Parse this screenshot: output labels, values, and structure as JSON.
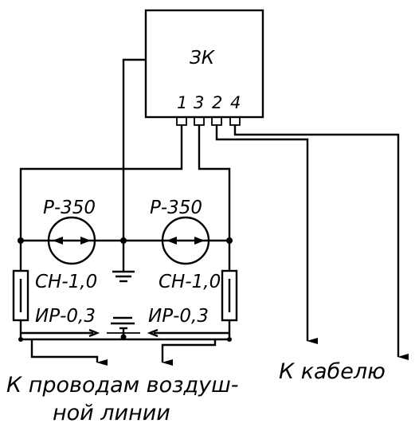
{
  "device": {
    "label": "ЗК",
    "pins": [
      "1",
      "3",
      "2",
      "4"
    ]
  },
  "arresters": [
    {
      "label": "Р-350"
    },
    {
      "label": "Р-350"
    }
  ],
  "fuses": [
    {
      "line1": "СН-1,0",
      "line2": "ИР-0,3"
    },
    {
      "line1": "СН-1,0",
      "line2": "ИР-0,3"
    }
  ],
  "captions": {
    "overhead_line_1": "К проводам воздуш-",
    "overhead_line_2": "ной линии",
    "cable": "К кабелю"
  },
  "colors": {
    "ink": "#000000",
    "paper": "#ffffff"
  }
}
